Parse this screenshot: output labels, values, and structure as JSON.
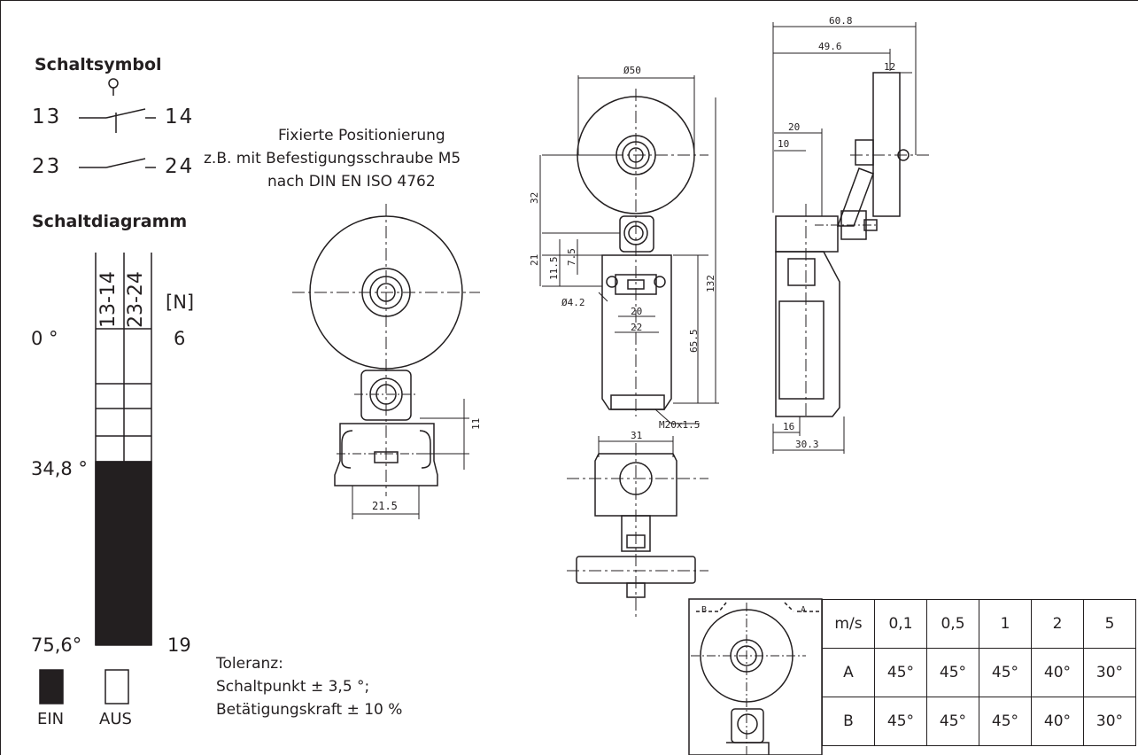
{
  "switch_symbol": {
    "title": "Schaltsymbol",
    "contact1_left": "13",
    "contact1_right": "14",
    "contact2_left": "23",
    "contact2_right": "24"
  },
  "switching_diagram": {
    "title": "Schaltdiagramm",
    "col1": "13-14",
    "col2": "23-24",
    "force_header": "[N]",
    "angle_start": "0 °",
    "force_start": "6",
    "angle_switch": "34,8 °",
    "angle_end": "75,6°",
    "force_end": "19",
    "legend_on": "EIN",
    "legend_off": "AUS"
  },
  "tolerance": {
    "line1": "Toleranz:",
    "line2": "Schaltpunkt ± 3,5 °;",
    "line3": "Betätigungskraft ± 10 %"
  },
  "note": {
    "line1": "Fixierte Positionierung",
    "line2": "z.B. mit Befestigungsschraube M5",
    "line3": "nach DIN EN ISO 4762"
  },
  "dimensions": {
    "front_left_11": "11",
    "front_left_21_5": "21.5",
    "dia50": "Ø50",
    "d32": "32",
    "d21": "21",
    "d11_5": "11.5",
    "d7_5": "7.5",
    "d4_2": "Ø4.2",
    "d20": "20",
    "d22": "22",
    "d65_5": "65.5",
    "d132": "132",
    "m20": "M20x1.5",
    "d31": "31",
    "side_60_8": "60.8",
    "side_49_6": "49.6",
    "side_12": "12",
    "side_20": "20",
    "side_10": "10",
    "side_16": "16",
    "side_30_3": "30.3",
    "inset_A": "A",
    "inset_B": "B"
  },
  "speed_table": {
    "header": [
      "m/s",
      "0,1",
      "0,5",
      "1",
      "2",
      "5"
    ],
    "row_a": [
      "A",
      "45°",
      "45°",
      "45°",
      "40°",
      "30°"
    ],
    "row_b": [
      "B",
      "45°",
      "45°",
      "45°",
      "40°",
      "30°"
    ]
  }
}
